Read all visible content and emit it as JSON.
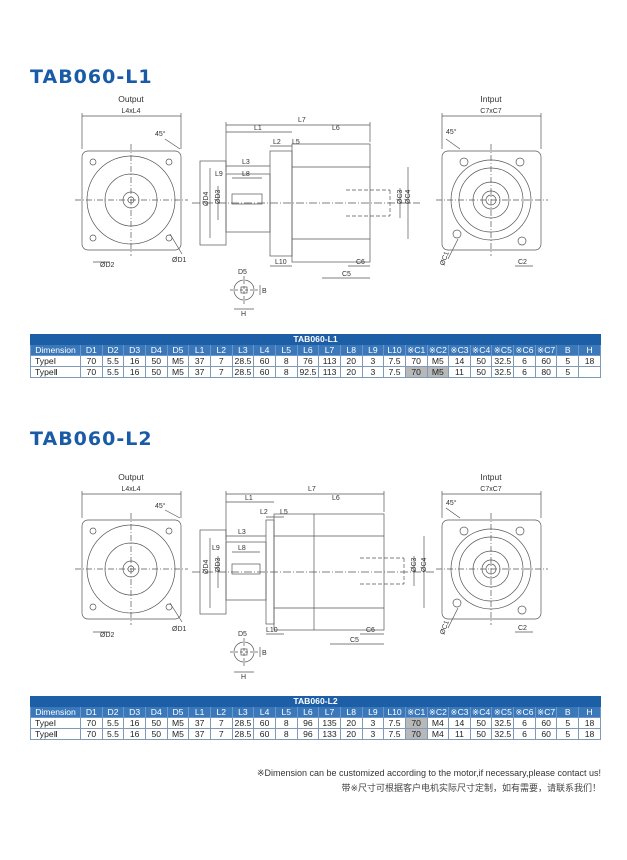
{
  "sections": [
    {
      "title": "TAB060-L1",
      "table_caption": "TAB060-L1",
      "labels": {
        "output": "Output",
        "input": "Intput",
        "l4xl4": "L4xL4",
        "c7xc7": "C7xC7",
        "angle": "45°",
        "d1": "ØD1",
        "d2": "ØD2",
        "d3": "ØD3",
        "d4": "ØD4",
        "c1": "ØC1",
        "c2": "C2",
        "c3": "ØC3",
        "c4": "ØC4",
        "c5": "C5",
        "c6": "C6",
        "l1": "L1",
        "l2": "L2",
        "l3": "L3",
        "l5": "L5",
        "l6": "L6",
        "l7": "L7",
        "l8": "L8",
        "l9": "L9",
        "l10": "L10",
        "d5": "D5",
        "b": "B",
        "h": "H"
      },
      "headers": [
        "Dimension",
        "D1",
        "D2",
        "D3",
        "D4",
        "D5",
        "L1",
        "L2",
        "L3",
        "L4",
        "L5",
        "L6",
        "L7",
        "L8",
        "L9",
        "L10",
        "※C1",
        "※C2",
        "※C3",
        "※C4",
        "※C5",
        "※C6",
        "※C7",
        "B",
        "H"
      ],
      "rows": [
        [
          "TypeⅠ",
          "70",
          "5.5",
          "16",
          "50",
          "M5",
          "37",
          "7",
          "28.5",
          "60",
          "8",
          "76",
          "113",
          "20",
          "3",
          "7.5",
          "70",
          "M5",
          "14",
          "50",
          "32.5",
          "6",
          "60",
          "5",
          "18"
        ],
        [
          "TypeⅡ",
          "70",
          "5.5",
          "16",
          "50",
          "M5",
          "37",
          "7",
          "28.5",
          "60",
          "8",
          "92.5",
          "113",
          "20",
          "3",
          "7.5",
          "70",
          "M5",
          "11",
          "50",
          "32.5",
          "6",
          "80",
          "5",
          ""
        ]
      ]
    },
    {
      "title": "TAB060-L2",
      "table_caption": "TAB060-L2",
      "labels": {
        "output": "Output",
        "input": "Intput",
        "l4xl4": "L4xL4",
        "c7xc7": "C7xC7",
        "angle": "45°",
        "d1": "ØD1",
        "d2": "ØD2",
        "d3": "ØD3",
        "d4": "ØD4",
        "c1": "ØC1",
        "c2": "C2",
        "c3": "ØC3",
        "c4": "ØC4",
        "c5": "C5",
        "c6": "C6",
        "l1": "L1",
        "l2": "L2",
        "l3": "L3",
        "l5": "L5",
        "l6": "L6",
        "l7": "L7",
        "l8": "L8",
        "l9": "L9",
        "l10": "L10",
        "d5": "D5",
        "b": "B",
        "h": "H"
      },
      "headers": [
        "Dimension",
        "D1",
        "D2",
        "D3",
        "D4",
        "D5",
        "L1",
        "L2",
        "L3",
        "L4",
        "L5",
        "L6",
        "L7",
        "L8",
        "L9",
        "L10",
        "※C1",
        "※C2",
        "※C3",
        "※C4",
        "※C5",
        "※C6",
        "※C7",
        "B",
        "H"
      ],
      "rows": [
        [
          "TypeⅠ",
          "70",
          "5.5",
          "16",
          "50",
          "M5",
          "37",
          "7",
          "28.5",
          "60",
          "8",
          "96",
          "135",
          "20",
          "3",
          "7.5",
          "70",
          "M4",
          "14",
          "50",
          "32.5",
          "6",
          "60",
          "5",
          "18"
        ],
        [
          "TypeⅡ",
          "70",
          "5.5",
          "16",
          "50",
          "M5",
          "37",
          "7",
          "28.5",
          "60",
          "8",
          "96",
          "133",
          "20",
          "3",
          "7.5",
          "70",
          "M4",
          "11",
          "50",
          "32.5",
          "6",
          "60",
          "5",
          "18"
        ]
      ]
    }
  ],
  "footer": {
    "note_en": "※Dimension can be customized according to the motor,if necessary,please contact us!",
    "note_cn": "带※尺寸可根据客户电机实际尺寸定制，如有需要，请联系我们！"
  },
  "colors": {
    "title": "#1a5ba8",
    "table_header": "#1c5fa7",
    "grey_cell": "#b8b8b8"
  }
}
